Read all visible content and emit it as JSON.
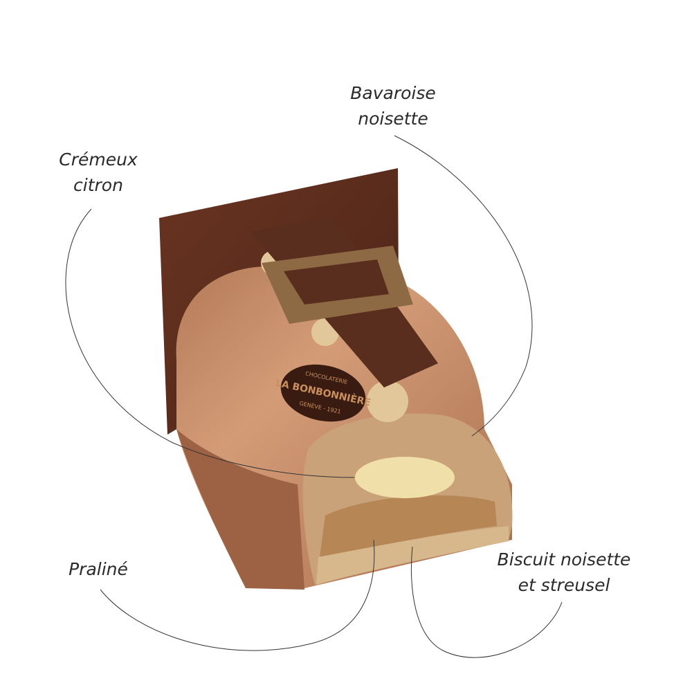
{
  "labels": {
    "bavaroise": [
      "Bavaroise",
      "noisette"
    ],
    "cremeux": [
      "Crémeux",
      "citron"
    ],
    "praline": [
      "Praliné"
    ],
    "biscuit": [
      "Biscuit noisette",
      "et streusel"
    ]
  },
  "logo": {
    "top": "CHOCOLATERIE",
    "name": "LA BONBONNIÈRE",
    "bottom": "GENÈVE - 1921"
  },
  "colors": {
    "glaze": "#c08a66",
    "chocolate": "#5a2e1e",
    "sponge": "#c9a27a",
    "cream": "#f0dfa8",
    "gold": "#8d6a44"
  }
}
